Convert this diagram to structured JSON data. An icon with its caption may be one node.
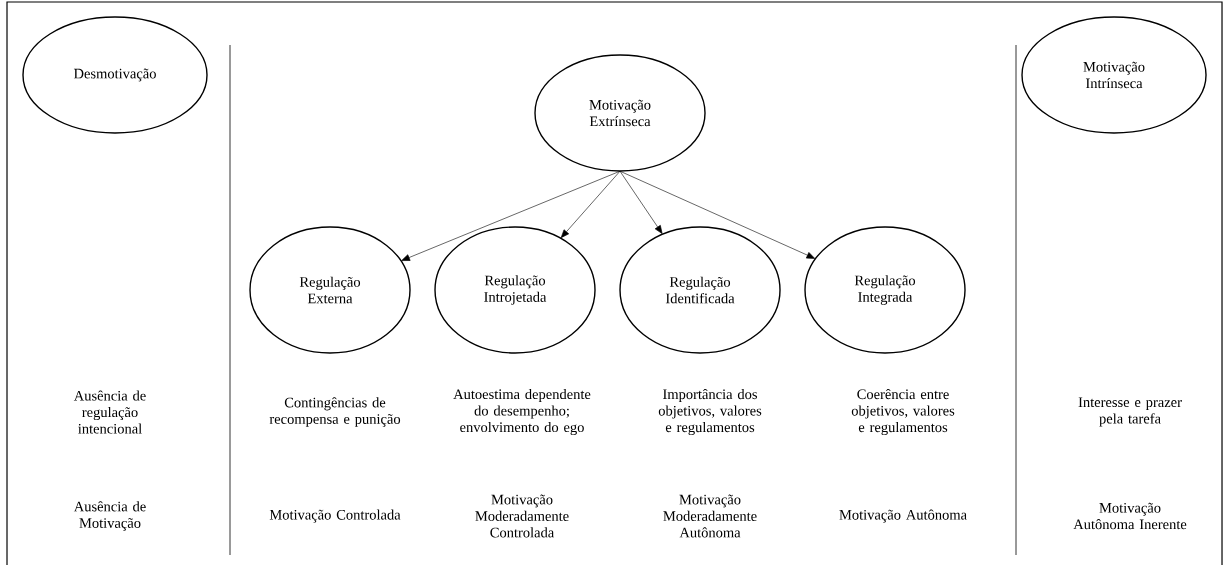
{
  "diagram": {
    "nodes": [
      {
        "text": [
          "Desmotivação"
        ]
      },
      {
        "text": [
          "Motivação Extrínseca"
        ]
      },
      {
        "text": [
          "Motivação Intrínseca"
        ]
      },
      {
        "text": [
          "Regulação Externa"
        ]
      },
      {
        "text": [
          "Regulação Introjetada"
        ]
      },
      {
        "text": [
          "Regulação Identificada"
        ]
      },
      {
        "text": [
          "Regulação Integrada"
        ]
      }
    ],
    "edges": [
      {
        "from": 1,
        "to": 3,
        "arrow": "to"
      },
      {
        "from": 1,
        "to": 4,
        "arrow": "to"
      },
      {
        "from": 1,
        "to": 5,
        "arrow": "to"
      },
      {
        "from": 1,
        "to": 6,
        "arrow": "to"
      }
    ],
    "labels": [
      "Ausência de regulação intencional",
      "Contingências de recompensa e punição",
      "Autoestima dependente do desempenho; envolvimento do ego",
      "Importância dos objetivos, valores e regulamentos",
      "Coerência entre objetivos, valores e regulamentos",
      "Interesse e prazer pela tarefa",
      "Ausência de Motivação",
      "Motivação Controlada",
      "Motivação Moderadamente Controlada",
      "Motivação Moderadamente Autônoma",
      "Motivação Autônoma",
      "Motivação Autônoma Inerente"
    ]
  }
}
